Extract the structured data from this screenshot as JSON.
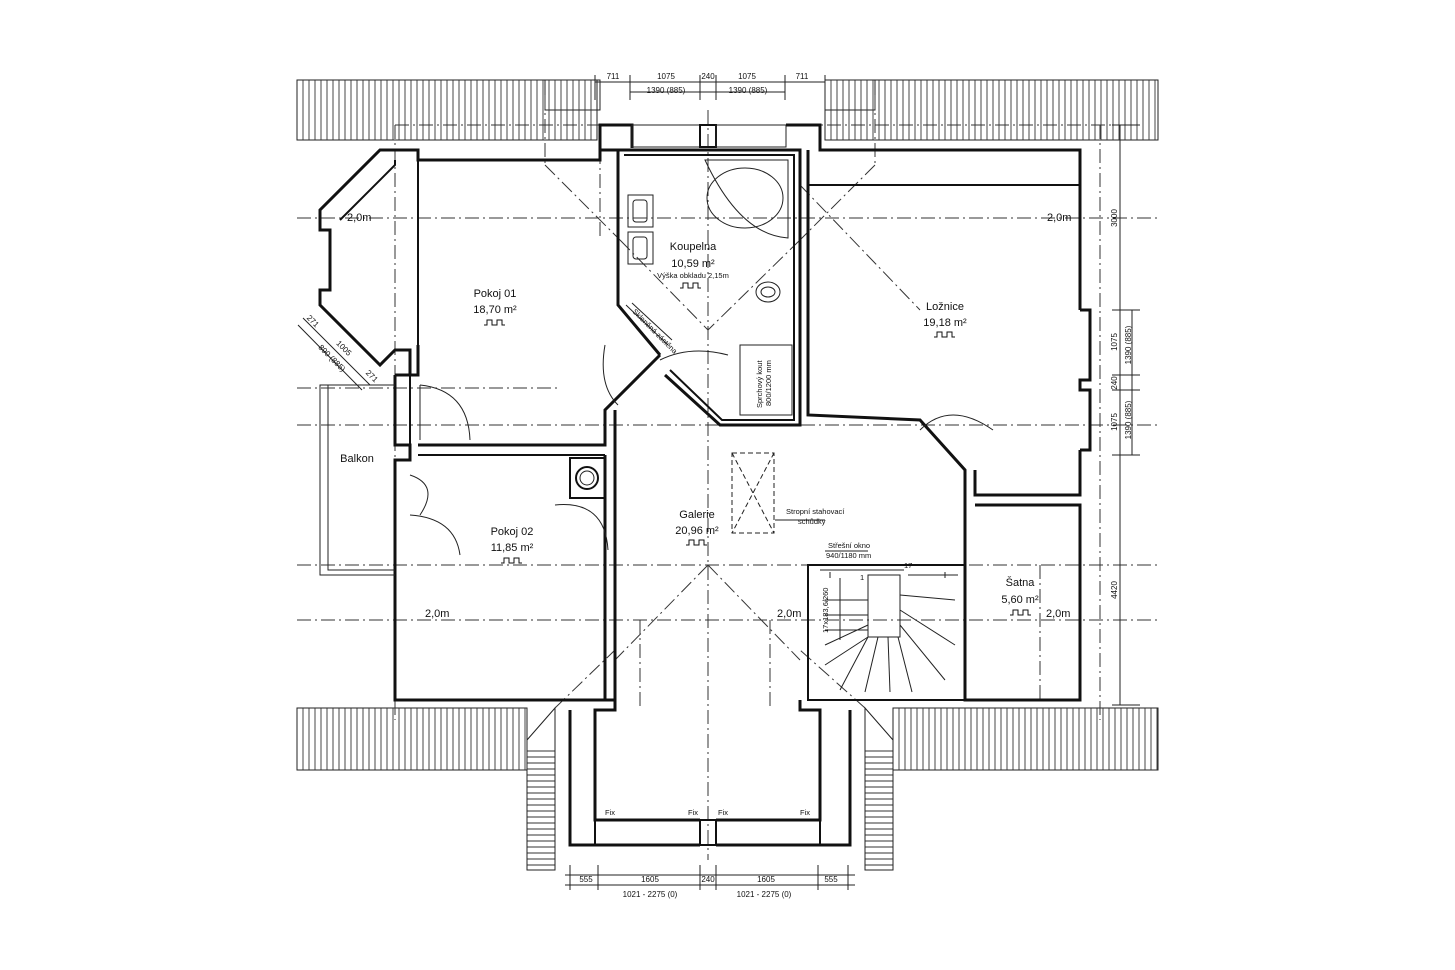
{
  "rooms": {
    "pokoj01": {
      "name": "Pokoj 01",
      "area": "18,70 m²"
    },
    "koupelna": {
      "name": "Koupelna",
      "area": "10,59 m²",
      "note": "Výška obkladu 2,15m"
    },
    "loznice": {
      "name": "Ložnice",
      "area": "19,18 m²"
    },
    "pokoj02": {
      "name": "Pokoj 02",
      "area": "11,85 m²"
    },
    "galerie": {
      "name": "Galerie",
      "area": "20,96 m²"
    },
    "satna": {
      "name": "Šatna",
      "area": "5,60 m²"
    },
    "balkon": {
      "name": "Balkon"
    }
  },
  "heights": {
    "h1": "2,0m",
    "h2": "2,0m",
    "h3": "2,0m",
    "h4": "2,0m",
    "h5": "2,0m"
  },
  "notes": {
    "ladder_line1": "Stropní stahovací",
    "ladder_line2": "schůdky",
    "roof_window_line1": "Střešní okno",
    "roof_window_line2": "940/1180 mm",
    "shower_line1": "Sprchový kout",
    "shower_line2": "800/1200 mm",
    "partition": "Skleněná zástěna",
    "stairs_size": "17x183,6/260",
    "stair_step1": "1",
    "stair_step17": "17",
    "fix1": "Fix",
    "fix2": "Fix",
    "fix3": "Fix",
    "fix4": "Fix"
  },
  "dimensions": {
    "top": [
      "711",
      "1075",
      "240",
      "1075",
      "711"
    ],
    "top_sub": [
      "1390 (885)",
      "1390 (885)"
    ],
    "bottom": [
      "555",
      "1605",
      "240",
      "1605",
      "555"
    ],
    "bottom_sub": [
      "1021 - 2275 (0)",
      "1021 - 2275 (0)"
    ],
    "right": [
      "3000",
      "1075",
      "240",
      "1075",
      "4420"
    ],
    "right_sub": [
      "1390 (885)",
      "1390 (885)"
    ],
    "left_window": [
      "271",
      "1005",
      "271"
    ],
    "left_window_sub": "890 (885)"
  }
}
